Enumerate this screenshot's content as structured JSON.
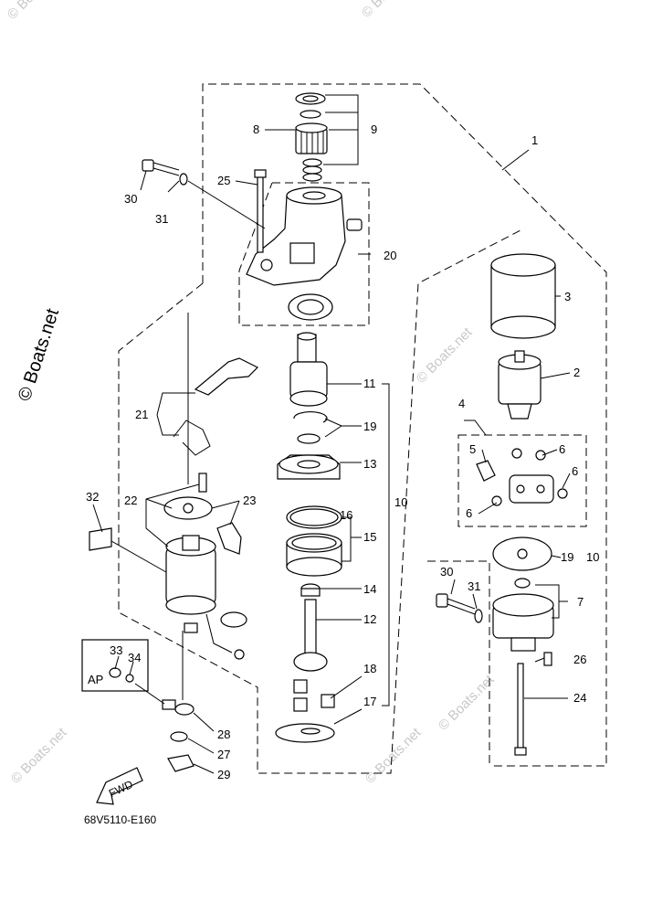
{
  "watermarks": {
    "main": "© Boats.net",
    "small": "© Boats.net"
  },
  "diagram_code": "68V5110-E160",
  "ap_box_label": "AP",
  "fwd_label": "FWD",
  "callouts": {
    "c1": "1",
    "c2": "2",
    "c3": "3",
    "c4": "4",
    "c5": "5",
    "c6a": "6",
    "c6b": "6",
    "c6c": "6",
    "c7": "7",
    "c8": "8",
    "c9": "9",
    "c10a": "10",
    "c10b": "19",
    "c10c": "10",
    "c11": "11",
    "c12": "12",
    "c13": "13",
    "c14": "14",
    "c15": "15",
    "c16": "16",
    "c17": "17",
    "c18": "18",
    "c19": "19",
    "c20": "20",
    "c21": "21",
    "c22": "22",
    "c23": "23",
    "c24": "24",
    "c25": "25",
    "c26": "26",
    "c27": "27",
    "c28": "28",
    "c29": "29",
    "c30a": "30",
    "c30b": "30",
    "c31a": "31",
    "c31b": "31",
    "c32": "32",
    "c33": "33",
    "c34": "34"
  }
}
